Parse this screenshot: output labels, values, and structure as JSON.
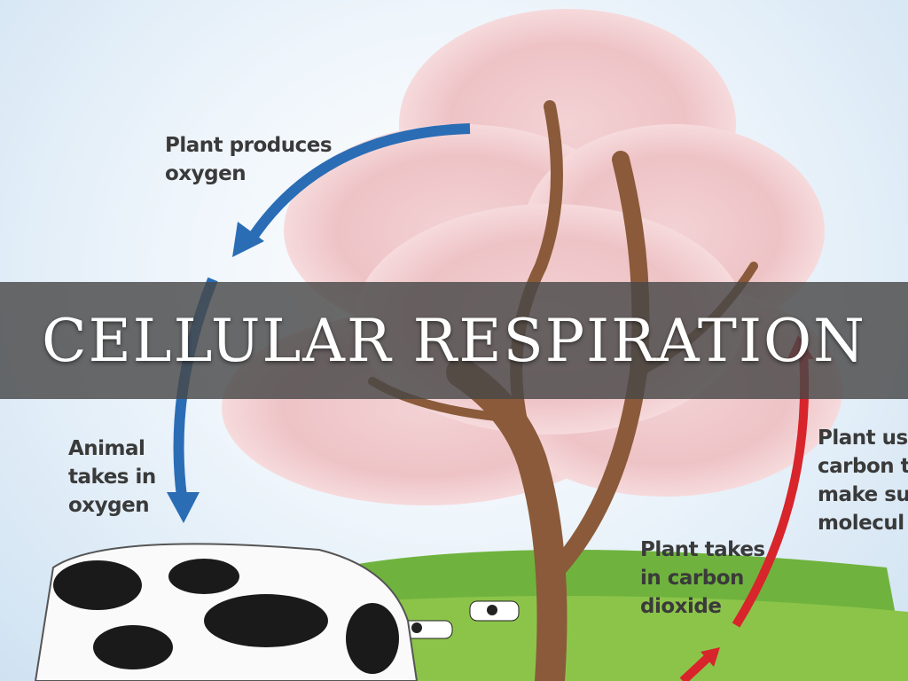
{
  "slide": {
    "title": "CELLULAR RESPIRATION"
  },
  "illustration": {
    "labels": {
      "plant_produces_oxygen": [
        "Plant produces",
        "oxygen"
      ],
      "animal_takes_in_oxygen": [
        "Animal",
        "takes in",
        "oxygen"
      ],
      "plant_takes_in_co2": [
        "Plant takes",
        "in carbon",
        "dioxide"
      ],
      "plant_uses_carbon": [
        "Plant us",
        "carbon t",
        "make su",
        "molecul"
      ]
    },
    "colors": {
      "oxygen_arrow": "#2a6db5",
      "co2_arrow": "#d8242b",
      "band": "#484848"
    }
  }
}
